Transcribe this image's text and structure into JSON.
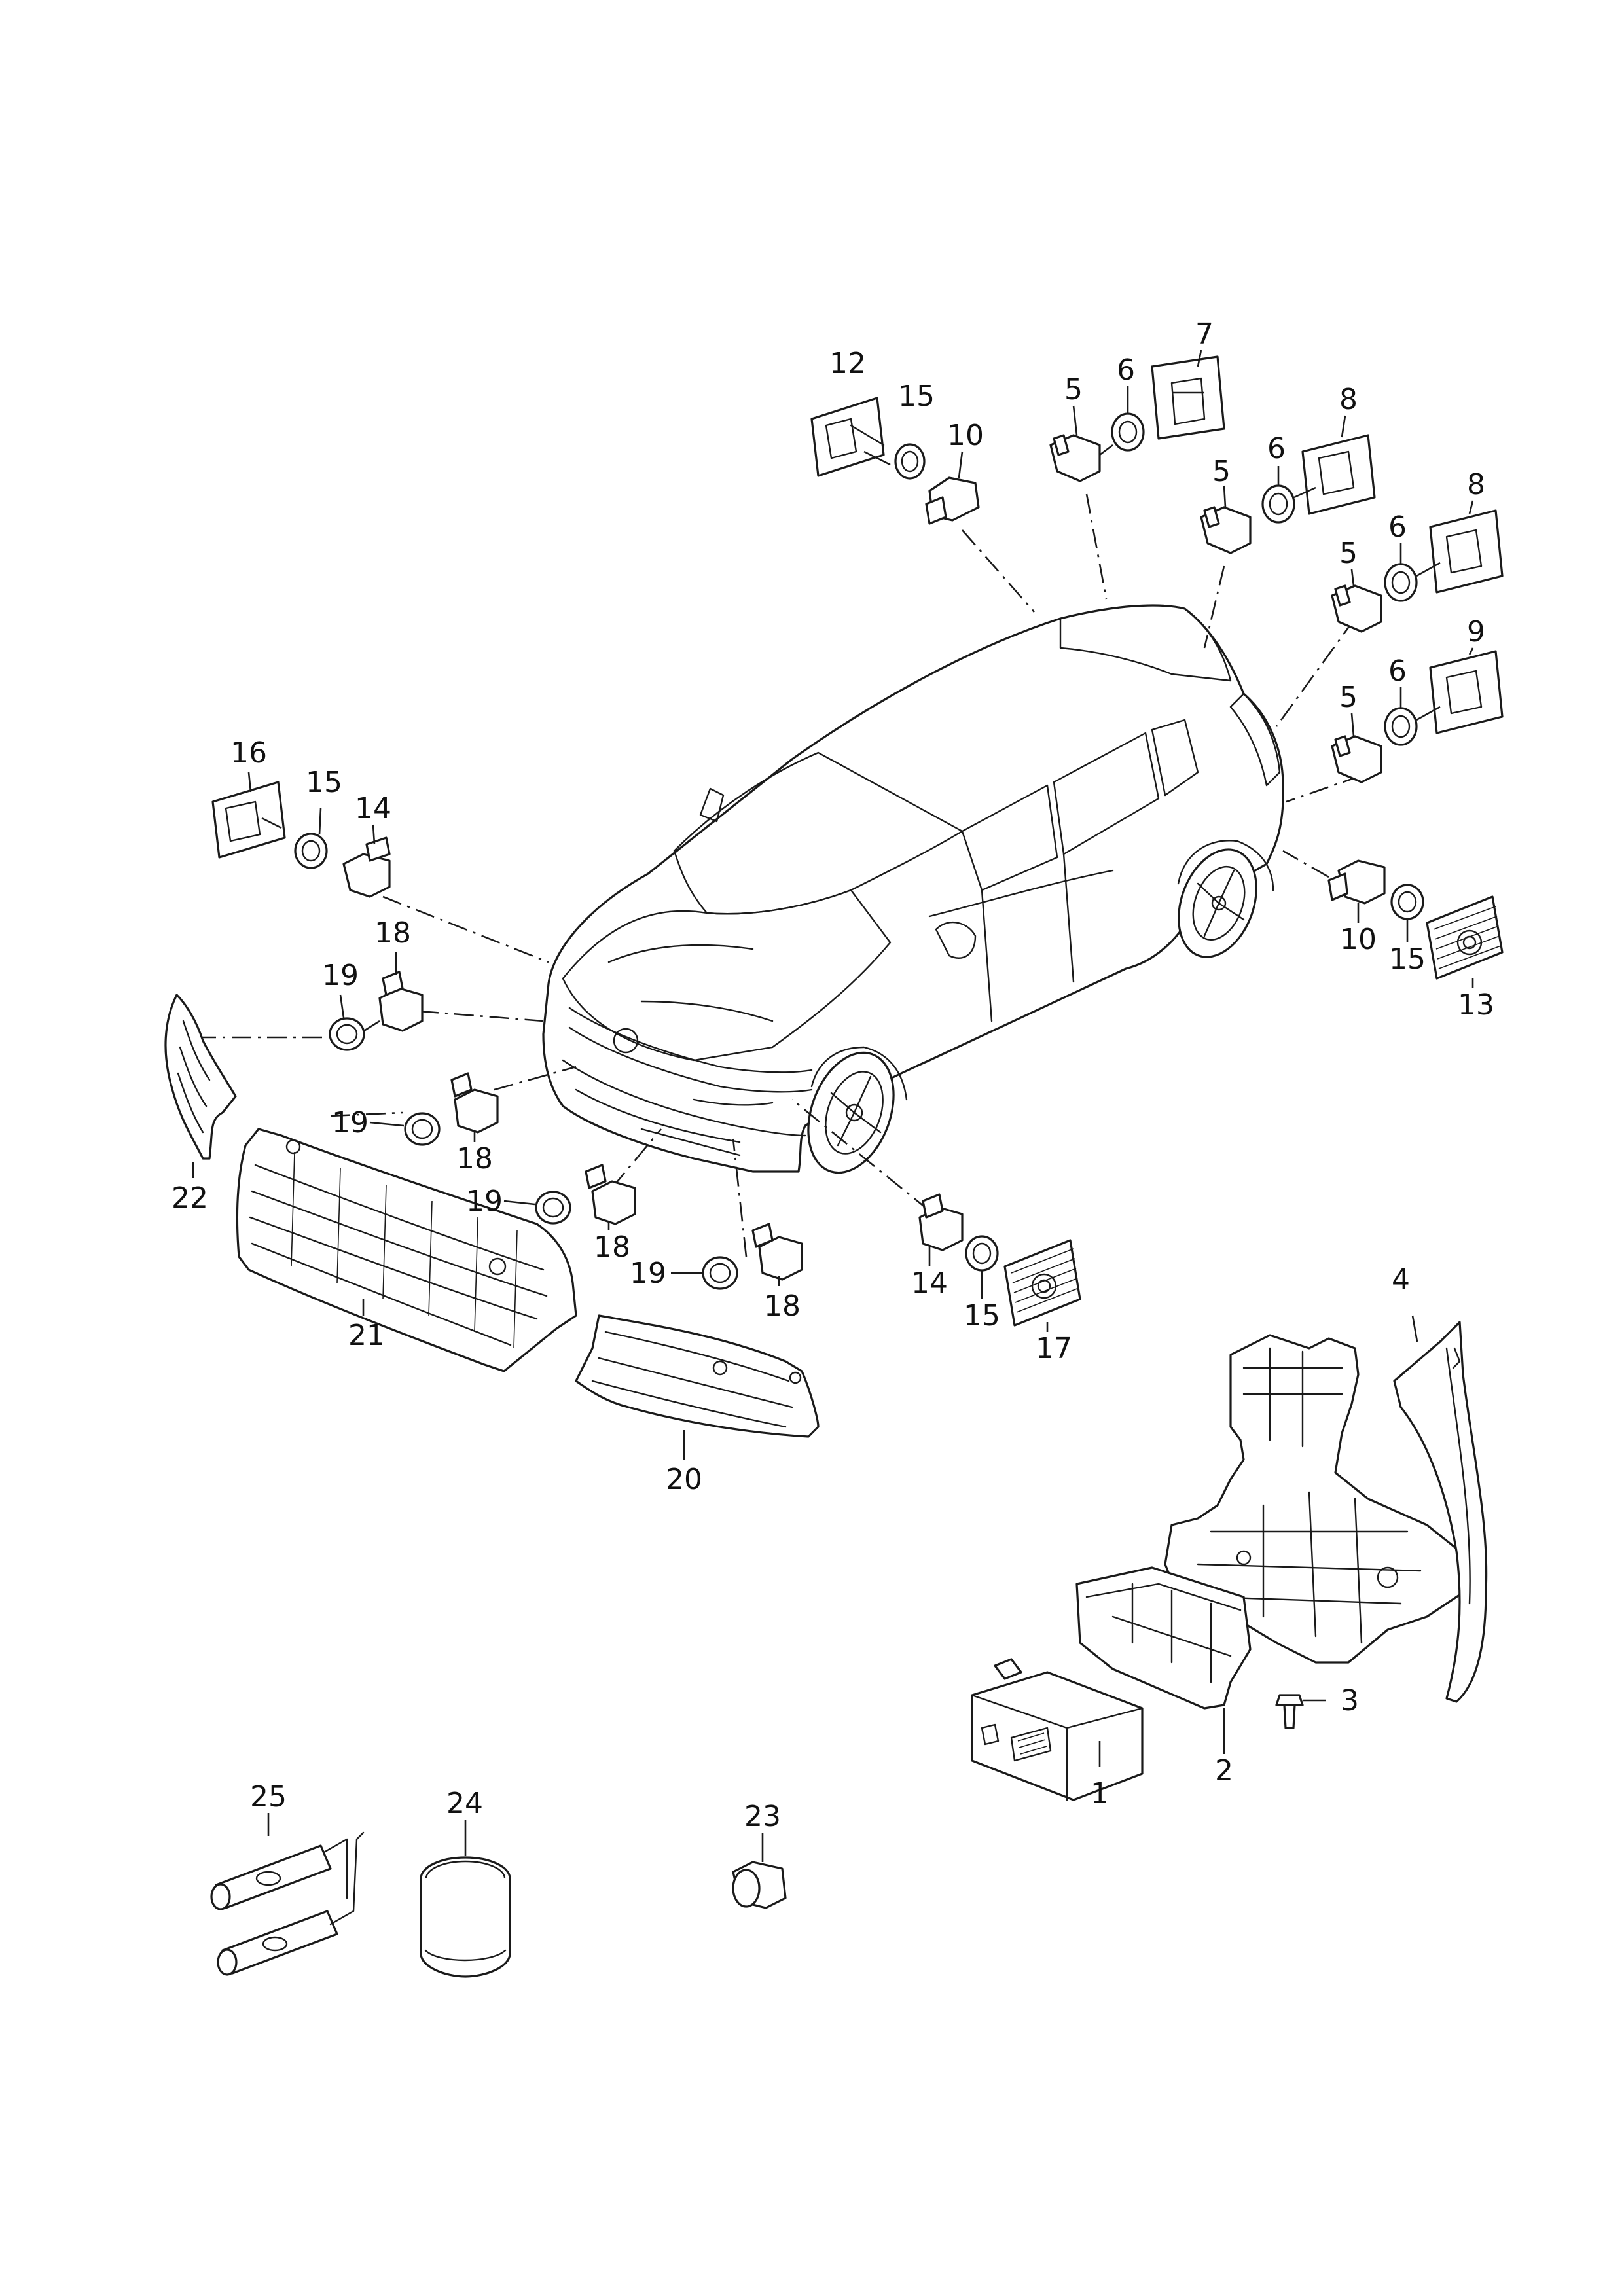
{
  "callouts": {
    "c1": "1",
    "c2": "2",
    "c3": "3",
    "c4": "4",
    "c5a": "5",
    "c5b": "5",
    "c5c": "5",
    "c5d": "5",
    "c6a": "6",
    "c6b": "6",
    "c6c": "6",
    "c6d": "6",
    "c7": "7",
    "c8a": "8",
    "c8b": "8",
    "c9": "9",
    "c10a": "10",
    "c10b": "10",
    "c12": "12",
    "c13": "13",
    "c14a": "14",
    "c14b": "14",
    "c15a": "15",
    "c15b": "15",
    "c15c": "15",
    "c15d": "15",
    "c16": "16",
    "c17": "17",
    "c18a": "18",
    "c18b": "18",
    "c18c": "18",
    "c18d": "18",
    "c19a": "19",
    "c19b": "19",
    "c19c": "19",
    "c19d": "19",
    "c20": "20",
    "c21": "21",
    "c22": "22",
    "c23": "23",
    "c24": "24",
    "c25": "25"
  }
}
